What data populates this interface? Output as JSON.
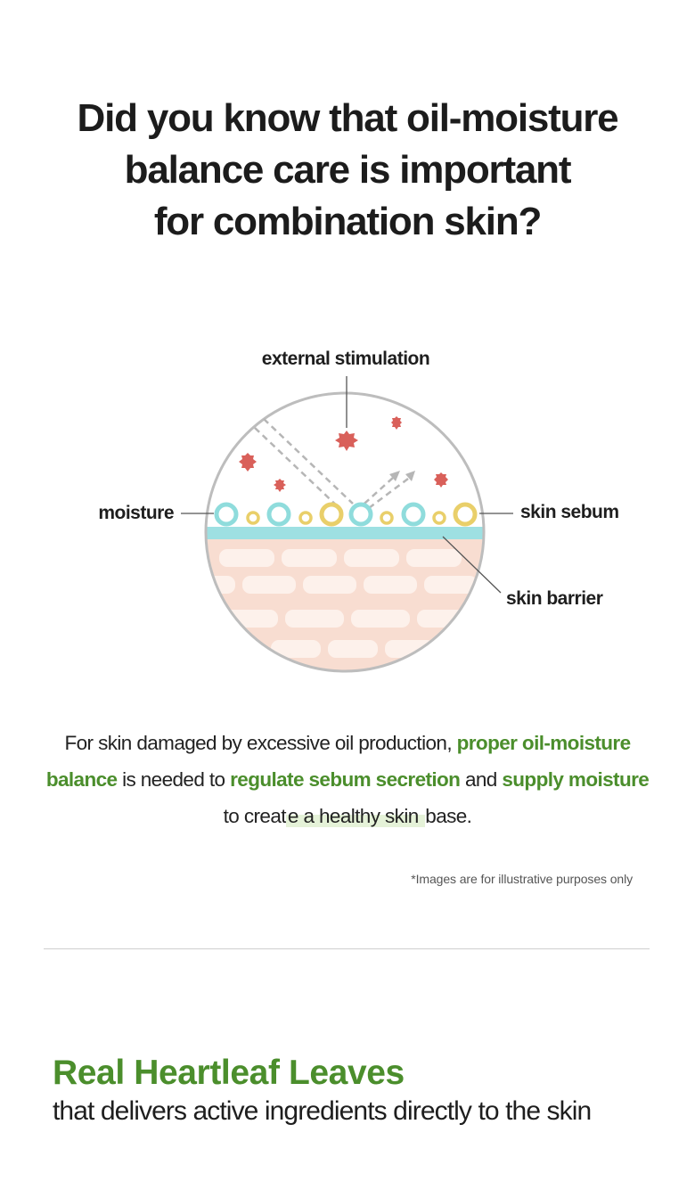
{
  "headline": {
    "line1": "Did you know that oil-moisture",
    "line2": "balance care is important",
    "line3": "for combination skin?"
  },
  "diagram": {
    "label_external": "external stimulation",
    "label_moisture": "moisture",
    "label_sebum": "skin sebum",
    "label_barrier": "skin barrier",
    "colors": {
      "moisture": "#8fdcdc",
      "sebum": "#e9cf6a",
      "barrier": "#9ee0e2",
      "stimulation": "#d9605a",
      "skin": "#f8ddd1",
      "outline": "#bdbdbd"
    }
  },
  "body": {
    "p1_part1": "For skin damaged by excessive oil production, ",
    "p1_green1": "proper oil-moisture",
    "p2_green1": "balance",
    "p2_part1": " is needed to ",
    "p2_green2": "regulate sebum secretion",
    "p2_part2": " and ",
    "p2_green3": "supply moisture",
    "p3_part1": "to creat",
    "p3_highlight": "e a healthy skin ",
    "p3_part2": "base."
  },
  "disclaimer": "*Images are for illustrative purposes only",
  "feature": {
    "title": "Real Heartleaf Leaves",
    "subtitle": "that delivers active ingredients directly to the skin"
  },
  "accent_green": "#4b8e2c"
}
